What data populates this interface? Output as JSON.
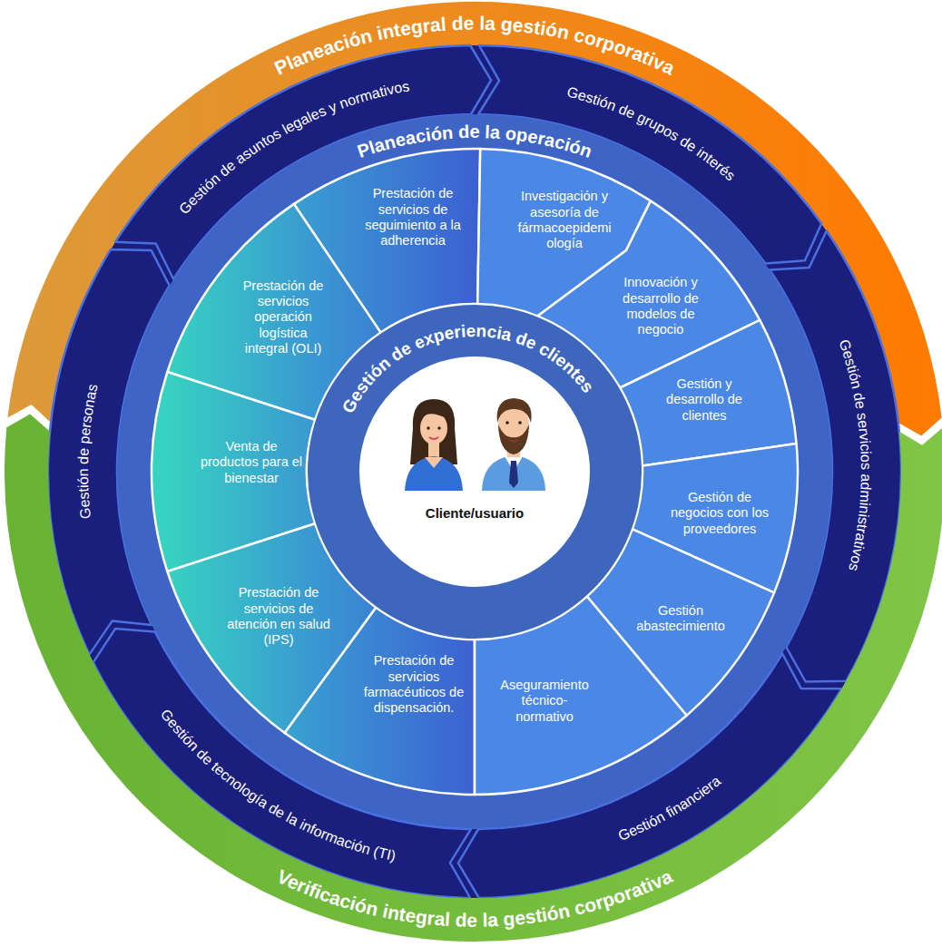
{
  "diagram": {
    "nodes": [
      {
        "text": [
          "Planeación integral de la gestión corporativa"
        ]
      },
      {
        "text": [
          "Gestión de asuntos legales y normativos"
        ]
      },
      {
        "text": [
          "Gestión de grupos de interés"
        ]
      },
      {
        "text": [
          "Gestión de personas"
        ]
      },
      {
        "text": [
          "Gestión de servicios administrativos"
        ]
      },
      {
        "text": [
          "Planeación de la operación"
        ]
      },
      {
        "text": [
          "Prestación de servicios de seguimiento a la adherencia"
        ],
        "in": 5
      },
      {
        "text": [
          "Investigación y asesoría de fármacoepidemi ología"
        ],
        "in": 5
      },
      {
        "text": [
          "Prestación de servicios operación logística integral (OLI)"
        ],
        "in": 5
      },
      {
        "text": [
          "Innovación y desarrollo de modelos de negocio"
        ],
        "in": 5
      },
      {
        "text": [
          "Gestión y desarrollo de clientes"
        ],
        "in": 5
      },
      {
        "text": [
          "Venta de productos para el bienestar"
        ],
        "in": 5
      },
      {
        "text": [
          "Gestión de negocios con los proveedores"
        ],
        "in": 5
      },
      {
        "text": [
          "Prestación de servicios de atención en salud (IPS)"
        ],
        "in": 5
      },
      {
        "text": [
          "Gestión abastecimiento"
        ],
        "in": 5
      },
      {
        "text": [
          "Prestación de servicios farmacéuticos de dispensación."
        ],
        "in": 5
      },
      {
        "text": [
          "Aseguramiento técnico- normativo"
        ],
        "in": 5
      },
      {
        "text": [
          "Gestión de experiencia de clientes"
        ],
        "in": 5
      },
      {
        "text": [
          "Cliente/usuario"
        ],
        "in": 17
      },
      {
        "text": [
          "Gestión de tecnología de la información (TI)"
        ]
      },
      {
        "text": [
          "Gestión financiera"
        ]
      },
      {
        "text": [
          "Verificación integral de la gestión corporativa"
        ]
      }
    ]
  }
}
